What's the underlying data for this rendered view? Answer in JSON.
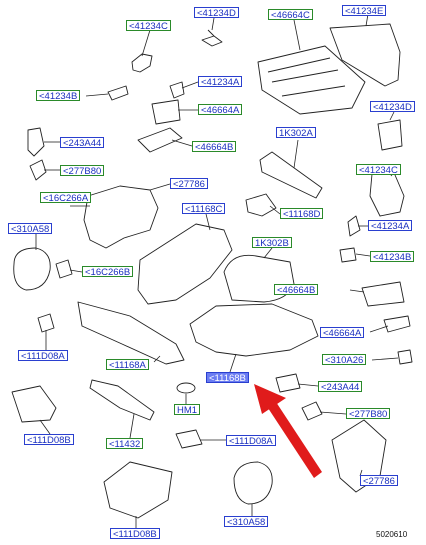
{
  "labels": [
    {
      "id": "l1",
      "text": "<41234C",
      "style": "green"
    },
    {
      "id": "l2",
      "text": "<41234D",
      "style": "blue"
    },
    {
      "id": "l3",
      "text": "<46664C",
      "style": "green"
    },
    {
      "id": "l4",
      "text": "<41234E",
      "style": "blue"
    },
    {
      "id": "l5",
      "text": "<41234A",
      "style": "blue"
    },
    {
      "id": "l6",
      "text": "<41234B",
      "style": "green"
    },
    {
      "id": "l7",
      "text": "<46664A",
      "style": "green"
    },
    {
      "id": "l8",
      "text": "<41234D",
      "style": "blue"
    },
    {
      "id": "l9",
      "text": "<243A44",
      "style": "blue"
    },
    {
      "id": "l10",
      "text": "<46664B",
      "style": "green"
    },
    {
      "id": "l11",
      "text": "1K302A",
      "style": "blue"
    },
    {
      "id": "l12",
      "text": "<277B80",
      "style": "green"
    },
    {
      "id": "l13",
      "text": "<41234C",
      "style": "green"
    },
    {
      "id": "l14",
      "text": "<27786",
      "style": "blue"
    },
    {
      "id": "l15",
      "text": "<16C266A",
      "style": "green"
    },
    {
      "id": "l16",
      "text": "<11168C",
      "style": "blue"
    },
    {
      "id": "l17",
      "text": "<11168D",
      "style": "green"
    },
    {
      "id": "l18",
      "text": "<310A58",
      "style": "blue"
    },
    {
      "id": "l19",
      "text": "<41234A",
      "style": "blue"
    },
    {
      "id": "l20",
      "text": "1K302B",
      "style": "green"
    },
    {
      "id": "l21",
      "text": "<41234B",
      "style": "green"
    },
    {
      "id": "l22",
      "text": "<16C266B",
      "style": "green"
    },
    {
      "id": "l23",
      "text": "<46664B",
      "style": "green"
    },
    {
      "id": "l24",
      "text": "<46664A",
      "style": "blue"
    },
    {
      "id": "l25",
      "text": "<111D08A",
      "style": "blue"
    },
    {
      "id": "l26",
      "text": "<11168A",
      "style": "green"
    },
    {
      "id": "l27",
      "text": "<310A26",
      "style": "green"
    },
    {
      "id": "l28",
      "text": "<11168B",
      "style": "hl"
    },
    {
      "id": "l29",
      "text": "<243A44",
      "style": "green"
    },
    {
      "id": "l30",
      "text": "<277B80",
      "style": "green"
    },
    {
      "id": "l31",
      "text": "HM1",
      "style": "green"
    },
    {
      "id": "l32",
      "text": "<111D08B",
      "style": "blue"
    },
    {
      "id": "l33",
      "text": "<11432",
      "style": "green"
    },
    {
      "id": "l34",
      "text": "<111D08A",
      "style": "blue"
    },
    {
      "id": "l35",
      "text": "<27786",
      "style": "blue"
    },
    {
      "id": "l36",
      "text": "<310A58",
      "style": "blue"
    },
    {
      "id": "l37",
      "text": "<111D08B",
      "style": "blue"
    }
  ],
  "footer": {
    "code": "5020610"
  },
  "colors": {
    "arrow": "#e01b1b",
    "line": "#222222",
    "green_border": "#2a8a2a",
    "blue_border": "#2a3fcf",
    "highlight": "#6a7cf2"
  }
}
